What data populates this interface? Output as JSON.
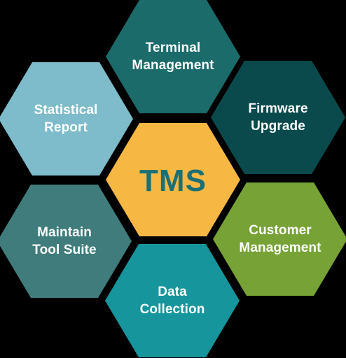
{
  "center": {
    "label": "TMS",
    "fill": "#f6b843",
    "text_color": "#1c6f74"
  },
  "modules": [
    {
      "key": "terminal",
      "line1": "Terminal",
      "line2": "Management",
      "fill": "#1b6b6b"
    },
    {
      "key": "firmware",
      "line1": "Firmware",
      "line2": "Upgrade",
      "fill": "#0b4a4c"
    },
    {
      "key": "customer",
      "line1": "Customer",
      "line2": "Management",
      "fill": "#77a336"
    },
    {
      "key": "data",
      "line1": "Data",
      "line2": "Collection",
      "fill": "#16959c"
    },
    {
      "key": "maintain",
      "line1": "Maintain",
      "line2": "Tool Suite",
      "fill": "#3f7c7b"
    },
    {
      "key": "statistical",
      "line1": "Statistical",
      "line2": "Report",
      "fill": "#7fbccb"
    }
  ],
  "colors": {
    "background": "#000000",
    "label_text": "#ffffff"
  }
}
